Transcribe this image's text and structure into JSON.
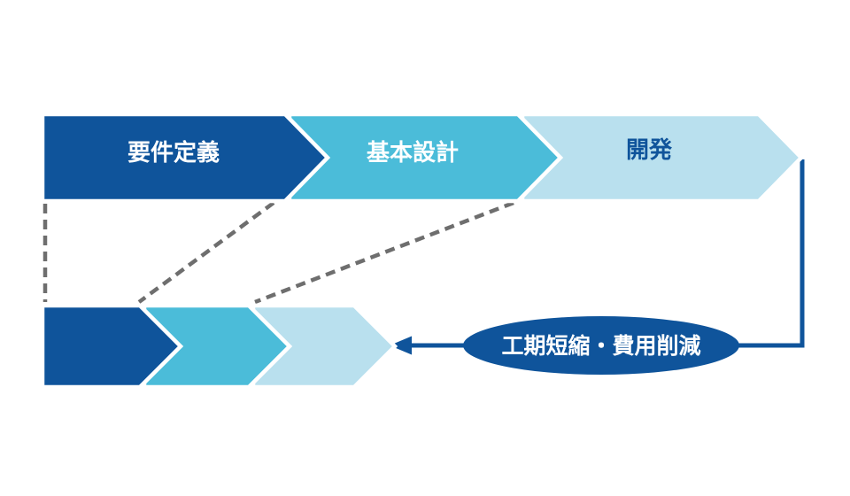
{
  "colors": {
    "dark_blue": "#0f549b",
    "teal": "#4bbcd9",
    "light_blue": "#b9e0ee",
    "white": "#ffffff",
    "dash_gray": "#6e6e6e"
  },
  "top_row": {
    "stages": [
      {
        "label": "要件定義"
      },
      {
        "label": "基本設計"
      },
      {
        "label": "開発"
      }
    ]
  },
  "callout": {
    "label": "工期短縮・費用削減"
  }
}
